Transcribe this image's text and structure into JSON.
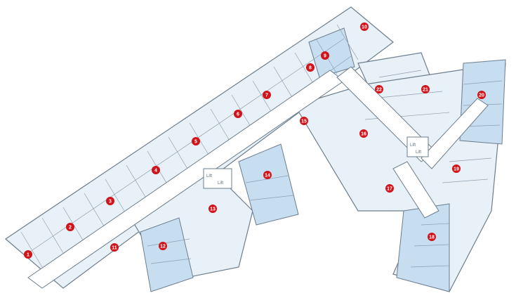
{
  "colors": {
    "background": "#ffffff",
    "unit_fill_light": "#e8f1f8",
    "unit_fill_highlight": "#c7ddf0",
    "wall_line": "#6c7d8c",
    "corridor_fill": "#ffffff",
    "marker_fill": "#d0141b",
    "marker_text": "#ffffff"
  },
  "units": [
    {
      "id": "unit-1",
      "label": "1",
      "highlighted": false
    },
    {
      "id": "unit-2",
      "label": "2",
      "highlighted": false
    },
    {
      "id": "unit-3",
      "label": "3",
      "highlighted": false
    },
    {
      "id": "unit-4",
      "label": "4",
      "highlighted": false
    },
    {
      "id": "unit-5",
      "label": "5",
      "highlighted": false
    },
    {
      "id": "unit-6",
      "label": "6",
      "highlighted": false
    },
    {
      "id": "unit-7",
      "label": "7",
      "highlighted": false
    },
    {
      "id": "unit-8",
      "label": "8",
      "highlighted": false
    },
    {
      "id": "unit-9",
      "label": "9",
      "highlighted": true
    },
    {
      "id": "unit-10",
      "label": "10",
      "highlighted": false
    },
    {
      "id": "unit-11",
      "label": "11",
      "highlighted": false
    },
    {
      "id": "unit-12",
      "label": "12",
      "highlighted": true
    },
    {
      "id": "unit-13",
      "label": "13",
      "highlighted": false
    },
    {
      "id": "unit-14",
      "label": "14",
      "highlighted": true
    },
    {
      "id": "unit-15",
      "label": "15",
      "highlighted": false
    },
    {
      "id": "unit-16",
      "label": "16",
      "highlighted": false
    },
    {
      "id": "unit-17",
      "label": "17",
      "highlighted": false
    },
    {
      "id": "unit-18",
      "label": "18",
      "highlighted": true
    },
    {
      "id": "unit-19",
      "label": "19",
      "highlighted": false
    },
    {
      "id": "unit-20",
      "label": "20",
      "highlighted": true
    },
    {
      "id": "unit-21",
      "label": "21",
      "highlighted": false
    },
    {
      "id": "unit-22",
      "label": "22",
      "highlighted": false
    }
  ],
  "lifts": [
    "Lift",
    "Lift",
    "Lift",
    "Lift"
  ]
}
